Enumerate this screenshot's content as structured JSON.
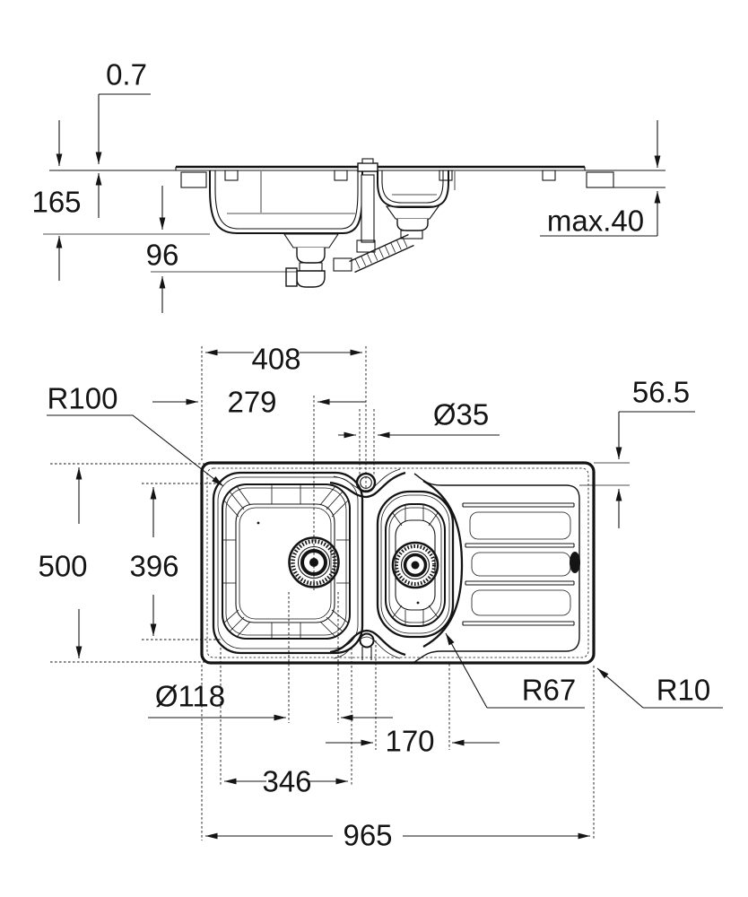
{
  "drawing": {
    "kind": "sink technical drawing",
    "views": {
      "section": "section-view",
      "plan": "plan-view"
    }
  },
  "labels": {
    "rim_thickness": "0.7",
    "bowl_depth": "165",
    "outlet_height": "96",
    "counter_max_thickness": "max.40",
    "tap_center_offset": "408",
    "drain_center_offset": "279",
    "tap_hole_diameter": "Ø35",
    "drainboard_edge_offset": "56.5",
    "bowl_corner_radius": "R100",
    "overall_depth": "500",
    "bowl_opening_depth": "396",
    "drain_diameter": "Ø118",
    "small_bowl_radius": "R67",
    "outer_corner_radius": "R10",
    "small_bowl_width": "170",
    "bowl_opening_width": "346",
    "overall_width": "965"
  }
}
